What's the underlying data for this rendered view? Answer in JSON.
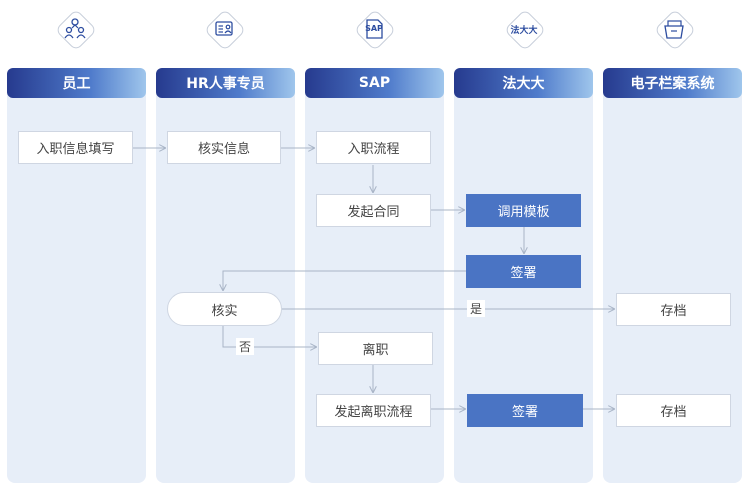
{
  "lanes": [
    {
      "title": "员工",
      "icon": "people-icon"
    },
    {
      "title": "HR人事专员",
      "icon": "id-card-icon"
    },
    {
      "title": "SAP",
      "icon": "sap-file-icon",
      "icon_text": "SAP"
    },
    {
      "title": "法大大",
      "icon": "fadada-logo-icon",
      "icon_text": "法大大"
    },
    {
      "title": "电子栏案系统",
      "icon": "archive-folder-icon"
    }
  ],
  "nodes": {
    "onboard_info": "入职信息填写",
    "verify_info": "核实信息",
    "onboard_process": "入职流程",
    "initiate_contract": "发起合同",
    "call_template": "调用模板",
    "sign1": "签署",
    "verify": "核实",
    "resign": "离职",
    "initiate_resign": "发起离职流程",
    "sign2": "签署",
    "archive1": "存档",
    "archive2": "存档"
  },
  "edge_labels": {
    "yes": "是",
    "no": "否"
  },
  "colors": {
    "lane_bg": "#e7eef8",
    "header_dark": "#263a8e",
    "header_light": "#9fc6ec",
    "highlight_box": "#4a74c4",
    "arrow": "#a8b4c6"
  }
}
